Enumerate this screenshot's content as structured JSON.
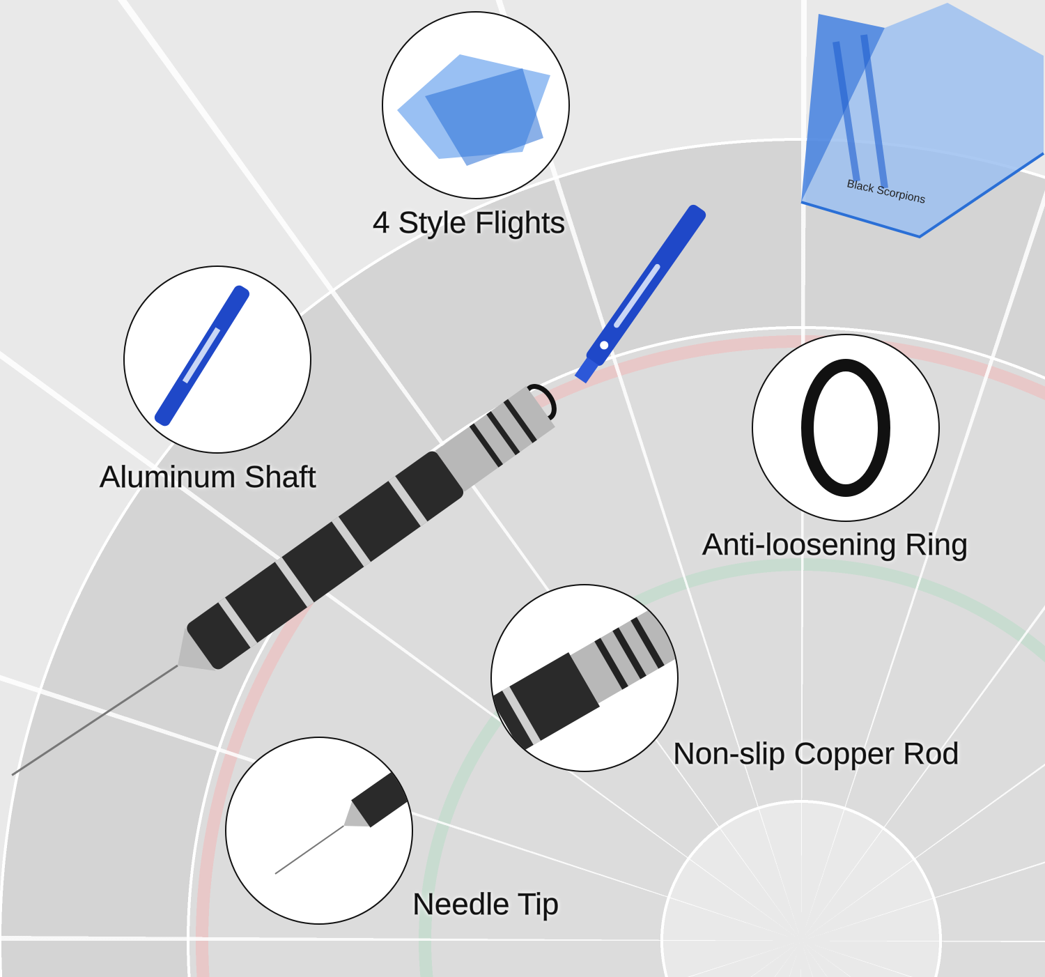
{
  "labels": {
    "flights": "4 Style Flights",
    "shaft": "Aluminum Shaft",
    "ring": "Anti-loosening Ring",
    "rod": "Non-slip Copper Rod",
    "tip": "Needle Tip"
  },
  "flight_print": "Black Scorpions",
  "colors": {
    "flight_blue": "#2a6fd6",
    "shaft_blue": "#1f48c8",
    "barrel_black": "#2a2a2a",
    "steel": "#b9b9b9"
  }
}
